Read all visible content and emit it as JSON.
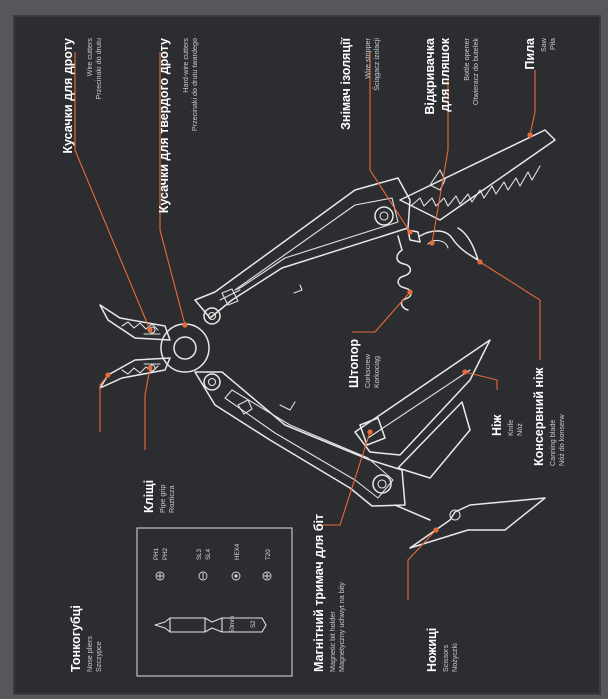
{
  "colors": {
    "background": "#2c2d30",
    "accent": "#e8693a",
    "line": "#e9e9e9"
  },
  "labels": {
    "nose_pliers": {
      "title": "Тонкогубці",
      "en": "Nose pliers",
      "pl": "Szczypce"
    },
    "pipe_grip": {
      "title": "Кліщі",
      "en": "Pipe grip",
      "pl": "Rozticza"
    },
    "wire_cutters": {
      "title": "Кусачки для дроту",
      "en": "Wire cutters",
      "pl": "Przecinaki do drutu"
    },
    "hard_wire_cutters": {
      "title": "Кусачки для твердого дроту",
      "en": "Hard-wire cutters",
      "pl": "Przecinaki do drutu twardego"
    },
    "wire_stripper": {
      "title": "Знімач ізоляції",
      "en": "Wire stripper",
      "pl": "Ściągacz izolacji"
    },
    "bottle_opener": {
      "title_line1": "Відкривачка",
      "title_line2": "для пляшок",
      "en": "Bottle opener",
      "pl": "Otwieracz do butelek"
    },
    "saw": {
      "title": "Пила",
      "en": "Saw",
      "pl": "Piła"
    },
    "corkscrew": {
      "title": "Штопор",
      "en": "Corkscrew",
      "pl": "Korkociąg"
    },
    "canning_blade": {
      "title": "Консервний ніж",
      "en": "Canning blade",
      "pl": "Nóż do konserw"
    },
    "knife": {
      "title": "Ніж",
      "en": "Knife",
      "pl": "Nóż"
    },
    "bit_holder": {
      "title": "Магнітний тримач для біт",
      "en": "Magnetic bit holder",
      "pl": "Magnetyczny uchwyt na bity"
    },
    "scissors": {
      "title": "Ножиці",
      "en": "Scissors",
      "pl": "Nożyczki"
    }
  },
  "bits": {
    "group1": [
      "PH1",
      "PH2"
    ],
    "group2": [
      "SL3",
      "SL4"
    ],
    "group3": "HEX4",
    "group4": "T20",
    "bit_size": "50mm",
    "bit_code": "S2"
  }
}
